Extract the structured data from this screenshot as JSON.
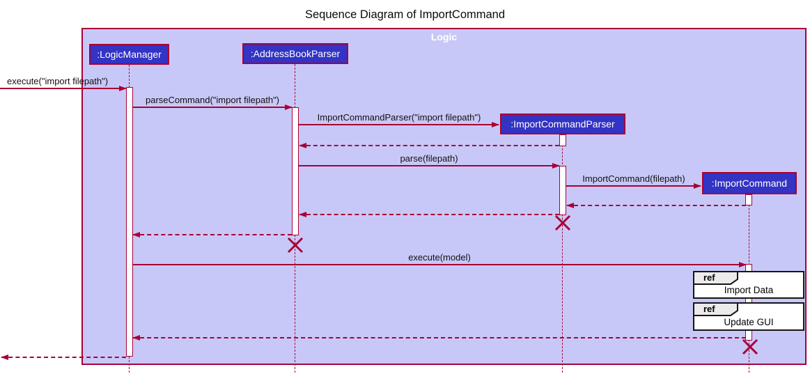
{
  "title": "Sequence Diagram of ImportCommand",
  "frame": {
    "label": "Logic"
  },
  "colors": {
    "frame_fill": "#C8C8F8",
    "frame_border": "#A80036",
    "line": "#A80036",
    "participant_fill": "#3333C4",
    "participant_text": "#FFFFFF",
    "activation_fill": "#FFFFFF",
    "ref_tab_fill": "#EBEBEB",
    "ref_border": "#151515",
    "label_text": "#101010"
  },
  "participants": [
    {
      "label": ":LogicManager"
    },
    {
      "label": ":AddressBookParser"
    },
    {
      "label": ":ImportCommandParser"
    },
    {
      "label": ":ImportCommand"
    }
  ],
  "messages": [
    {
      "label": "execute(\"import filepath\")",
      "type": "call",
      "from": "edge",
      "to": ":LogicManager"
    },
    {
      "label": "parseCommand(\"import filepath\")",
      "type": "call",
      "from": ":LogicManager",
      "to": ":AddressBookParser"
    },
    {
      "label": "ImportCommandParser(\"import filepath\")",
      "type": "create",
      "from": ":AddressBookParser",
      "to": ":ImportCommandParser"
    },
    {
      "label": "",
      "type": "return",
      "from": ":ImportCommandParser",
      "to": ":AddressBookParser"
    },
    {
      "label": "parse(filepath)",
      "type": "call",
      "from": ":AddressBookParser",
      "to": ":ImportCommandParser"
    },
    {
      "label": "ImportCommand(filepath)",
      "type": "create",
      "from": ":ImportCommandParser",
      "to": ":ImportCommand"
    },
    {
      "label": "",
      "type": "return",
      "from": ":ImportCommand",
      "to": ":ImportCommandParser"
    },
    {
      "label": "",
      "type": "return",
      "from": ":ImportCommandParser",
      "to": ":AddressBookParser"
    },
    {
      "label": "",
      "type": "return",
      "from": ":AddressBookParser",
      "to": ":LogicManager"
    },
    {
      "label": "execute(model)",
      "type": "call",
      "from": ":LogicManager",
      "to": ":ImportCommand"
    },
    {
      "label": "",
      "type": "return",
      "from": ":ImportCommand",
      "to": ":LogicManager"
    },
    {
      "label": "",
      "type": "return",
      "from": ":LogicManager",
      "to": "edge"
    }
  ],
  "destroy_marks": [
    ":ImportCommandParser",
    ":AddressBookParser",
    ":ImportCommand"
  ],
  "refs": [
    {
      "keyword": "ref",
      "label": "Import Data"
    },
    {
      "keyword": "ref",
      "label": "Update GUI"
    }
  ]
}
